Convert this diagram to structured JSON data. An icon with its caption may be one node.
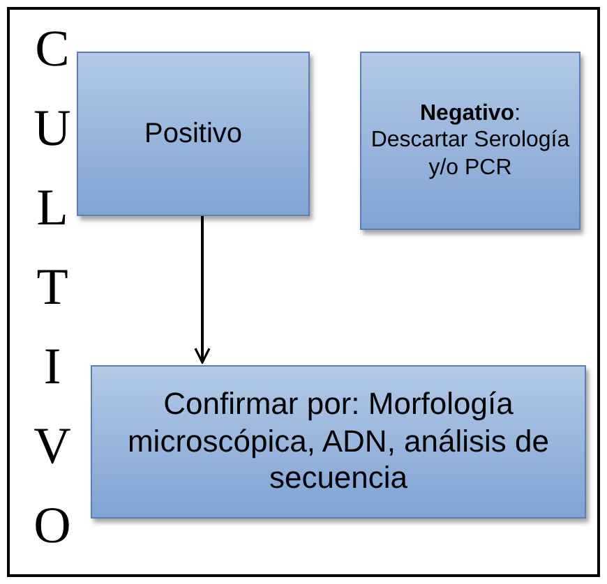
{
  "diagram": {
    "nodes": [
      {
        "text": [
          "CULTIVO"
        ]
      },
      {
        "text": [
          "Positivo"
        ],
        "in": 0
      },
      {
        "text": [
          "**Negativo**: Descartar Serología y/o PCR"
        ],
        "in": 0
      },
      {
        "text": [
          "Confirmar por: Morfología microscópica, ADN, análisis de secuencia"
        ],
        "in": 0
      }
    ],
    "edges": [
      {
        "from": 1,
        "to": 3,
        "arrow": "to"
      }
    ]
  }
}
